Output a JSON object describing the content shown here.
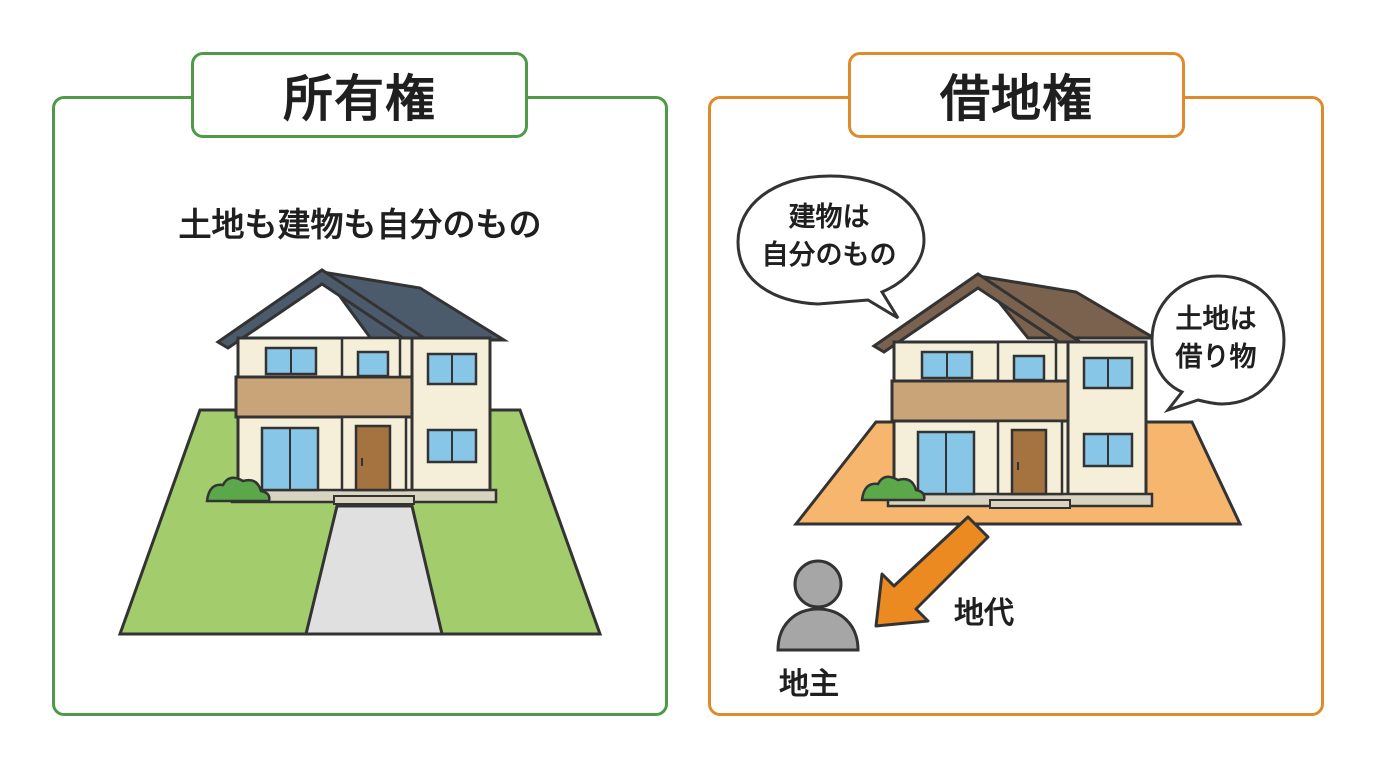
{
  "colors": {
    "ownership_border": "#4e9a47",
    "leasehold_border": "#e08b2b",
    "lawn": "#a3cd6c",
    "leased_land": "#f6b66d",
    "roof_blue": "#4c5b6c",
    "roof_brown": "#7a624e",
    "wall": "#f5efd9",
    "arrow": "#ec8a22",
    "person": "#a6a6a6"
  },
  "ownership": {
    "title": "所有権",
    "caption": "土地も建物も自分のもの"
  },
  "leasehold": {
    "title": "借地権",
    "bubble_building": [
      "建物は",
      "自分のもの"
    ],
    "bubble_land": [
      "土地は",
      "借り物"
    ],
    "rent_label": "地代",
    "landlord_label": "地主"
  },
  "icons": [
    "house-icon",
    "shrub-icon",
    "person-icon",
    "arrow-icon",
    "speech-bubble-icon"
  ]
}
